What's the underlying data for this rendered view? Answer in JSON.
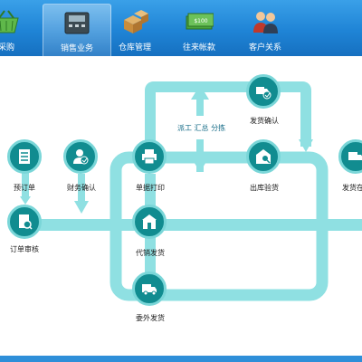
{
  "nav": {
    "tabs": [
      {
        "label": "采购",
        "icon": "basket-icon",
        "active": false
      },
      {
        "label": "销售业务",
        "icon": "cash-register-icon",
        "active": true
      },
      {
        "label": "仓库管理",
        "icon": "boxes-icon",
        "active": false
      },
      {
        "label": "往来帐款",
        "icon": "money-icon",
        "active": false
      },
      {
        "label": "客户关系",
        "icon": "people-icon",
        "active": false
      }
    ],
    "money_text": "$100"
  },
  "flow": {
    "nodes": {
      "preorder": "预订单",
      "order_review": "订单审核",
      "finance_confirm": "财务确认",
      "bill_print": "单据打印",
      "consign_ship": "代销发货",
      "extra_ship": "委外发货",
      "outbound_check": "出库验货",
      "ship_confirm": "发货确认",
      "ship_partial": "发货在"
    },
    "ops_label": "派工  汇总  分拣"
  },
  "colors": {
    "topbar": "#1f84d6",
    "node_fill": "#118c90",
    "pipe": "#8fe0e2",
    "label": "#1b6f8a"
  }
}
